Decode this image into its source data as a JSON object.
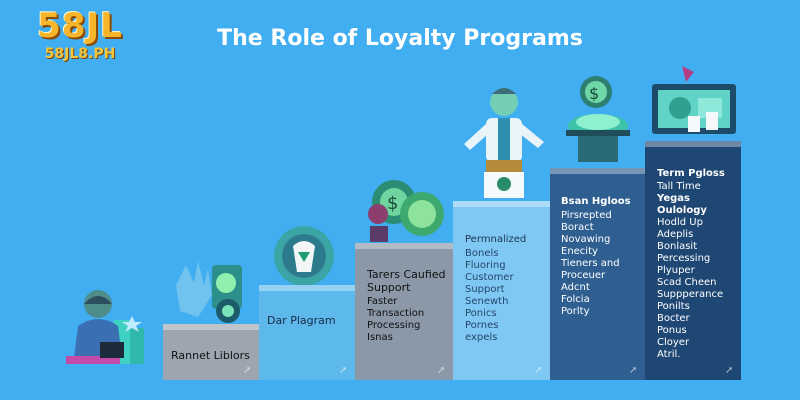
{
  "logo": {
    "main": "58JL",
    "sub": "58JL8.PH"
  },
  "title": "The Role of Loyalty Programs",
  "steps": [
    {
      "label": "Rannet Liblors",
      "items": []
    },
    {
      "label": "Dar Plagram",
      "items": []
    },
    {
      "label": "Tarers Caufied Support",
      "items": [
        "Faster",
        "Transaction",
        "Processing",
        "Isnas"
      ]
    },
    {
      "label": "Permnalized",
      "items": [
        "Bonels",
        "Fluoring",
        "Customer",
        "Support",
        "Senewth",
        "Ponics",
        "Pornes",
        "expels"
      ]
    },
    {
      "label": "Bsan Hgloos",
      "items": [
        "Pirsrepted",
        "Boract",
        "Novawing",
        "Enecity",
        "Tieners and",
        "Proceuer",
        "Adcnt",
        "Folcia",
        "Porlty"
      ]
    },
    {
      "label": "Term Pgloss",
      "items": [
        "Tall Time",
        "Yegas Oulology",
        "Hodld Up",
        "Adeplis",
        "Bonlasit",
        "Percessing",
        "Plyuper",
        "Scad Cheen",
        "Suppperance",
        "Ponilts",
        "Bocter",
        "Ponus",
        "Cloyer",
        "Atril."
      ]
    }
  ],
  "colors": {
    "background": "#41aef2",
    "logo_gold": "#f6b52a",
    "step_1": "#9da6b0",
    "step_2": "#5db8ec",
    "step_3": "#8a98a8",
    "step_4": "#7ec8f3",
    "step_5": "#2f5f91",
    "step_6": "#1f4774"
  },
  "illustrations": [
    "person-at-laptop-icon",
    "gear-hand-icon",
    "gear-coin-icon",
    "character-with-coins-icon",
    "robot-character-icon",
    "coin-fountain-icon",
    "monitor-icon"
  ]
}
